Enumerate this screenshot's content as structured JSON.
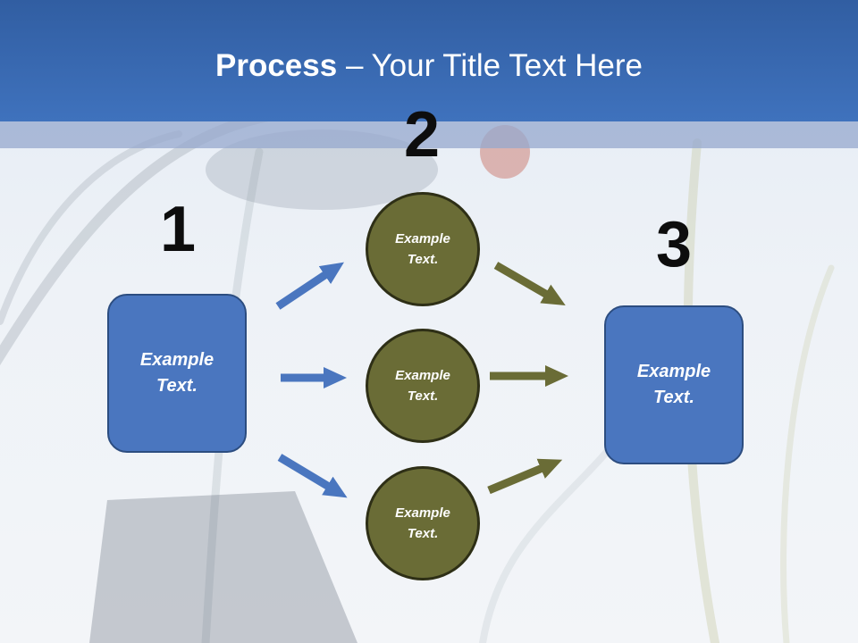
{
  "title": {
    "bold": "Process",
    "rest": " – Your Title Text Here"
  },
  "steps": [
    "1",
    "2",
    "3"
  ],
  "left_box": {
    "line1": "Example",
    "line2": "Text."
  },
  "circles": [
    {
      "line1": "Example",
      "line2": "Text."
    },
    {
      "line1": "Example",
      "line2": "Text."
    },
    {
      "line1": "Example",
      "line2": "Text."
    }
  ],
  "right_box": {
    "line1": "Example",
    "line2": "Text."
  },
  "colors": {
    "header": "#3f72bd",
    "box_fill": "#4a76bf",
    "circle_fill": "#6a6c36",
    "blue_arrow": "#4a76bf",
    "olive_arrow": "#6a6c36"
  },
  "arrow_icons": [
    "right-arrow-icon"
  ]
}
